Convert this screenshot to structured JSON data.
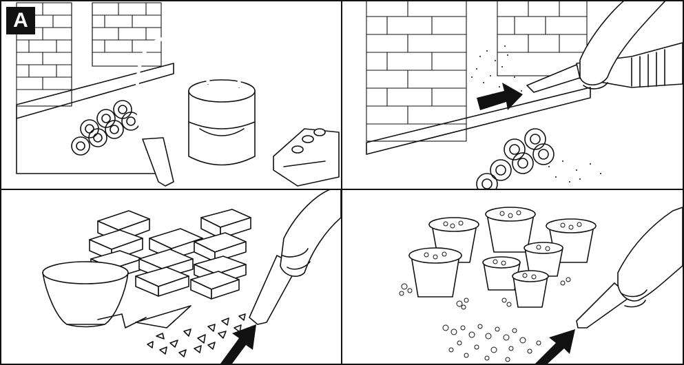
{
  "figure": {
    "label": "A",
    "colors": {
      "ink": "#111111",
      "paper": "#ffffff",
      "label_bg": "#111111",
      "label_text": "#ffffff"
    }
  },
  "panels": [
    {
      "id": "panel-1",
      "icon": "ash-vacuum-fireplace-icon"
    },
    {
      "id": "panel-2",
      "icon": "vacuum-fireplace-ash-icon"
    },
    {
      "id": "panel-3",
      "icon": "vacuum-bricks-rubble-icon"
    },
    {
      "id": "panel-4",
      "icon": "vacuum-flowerpots-soil-icon"
    }
  ]
}
